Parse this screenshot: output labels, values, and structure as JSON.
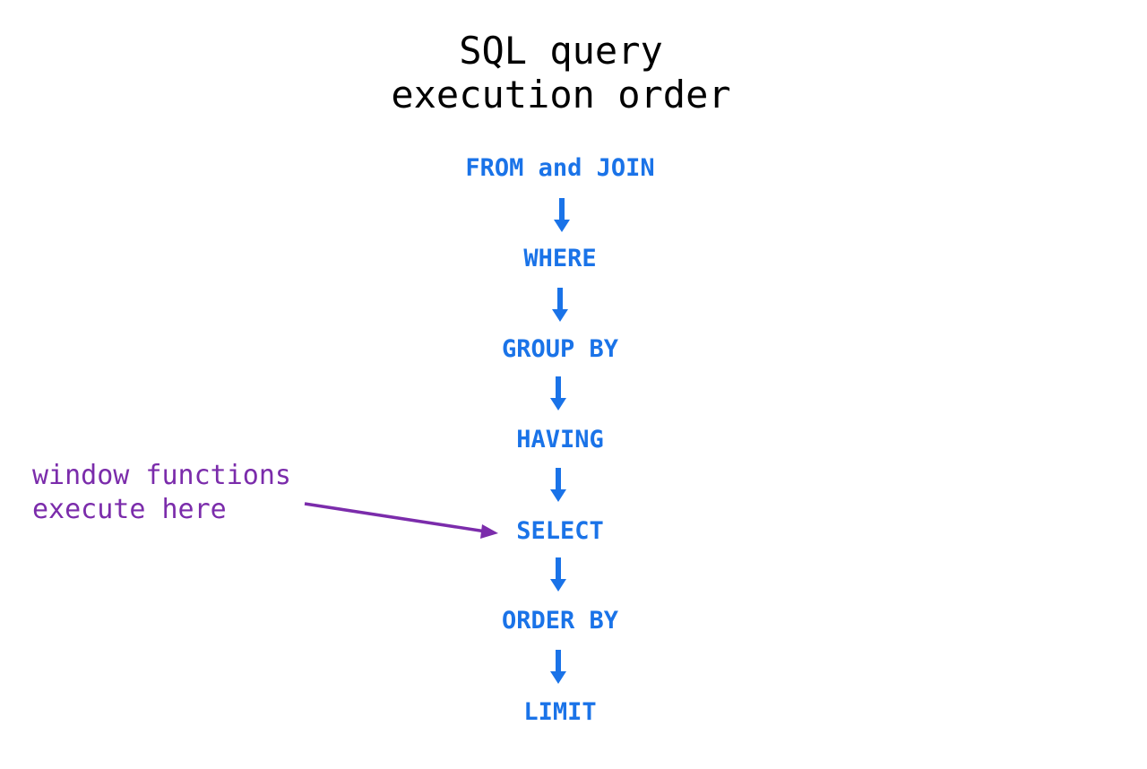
{
  "title": {
    "line1": "SQL query",
    "line2": "execution order"
  },
  "steps": [
    "FROM and JOIN",
    "WHERE",
    "GROUP BY",
    "HAVING",
    "SELECT",
    "ORDER BY",
    "LIMIT"
  ],
  "annotation": {
    "line1": "window functions",
    "line2": "execute here",
    "points_to": "SELECT"
  },
  "colors": {
    "title": "#000000",
    "steps": "#1a73e8",
    "annotation": "#7b2cab"
  }
}
